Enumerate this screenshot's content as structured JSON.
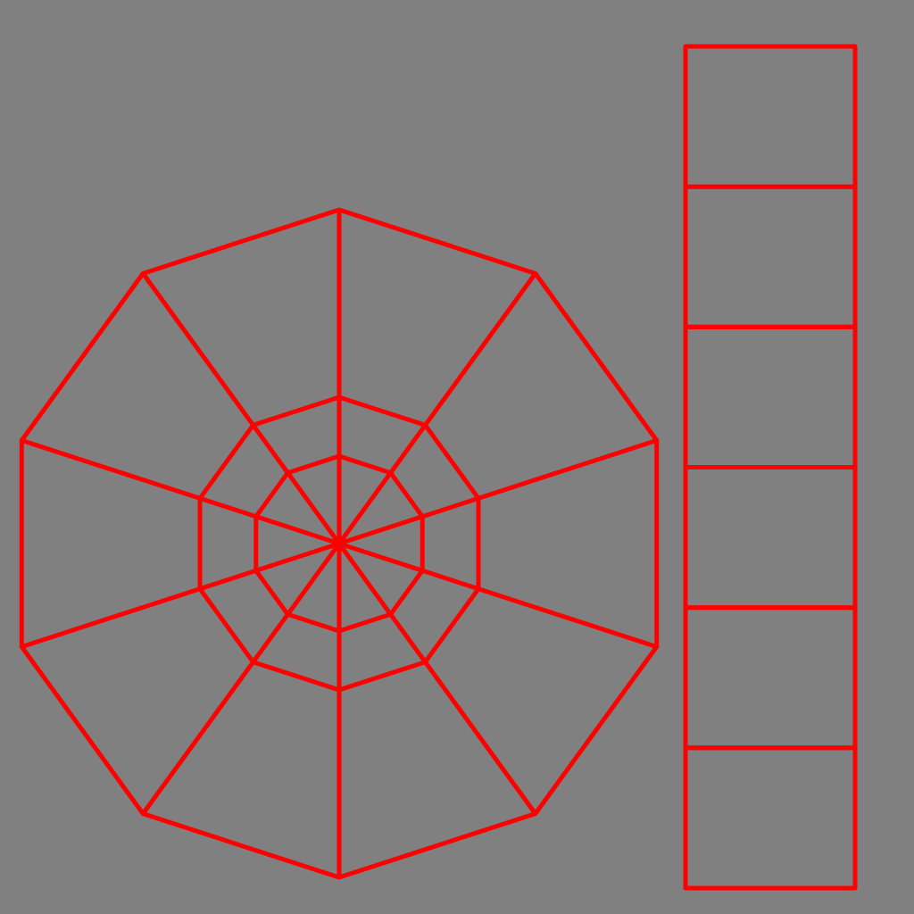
{
  "colors": {
    "background": "#808080",
    "wire": "#ff0000"
  },
  "uv_layout": {
    "cap": {
      "sides": 10,
      "rings": 3,
      "spokes": 10
    },
    "side_strip": {
      "cells": 6
    }
  }
}
